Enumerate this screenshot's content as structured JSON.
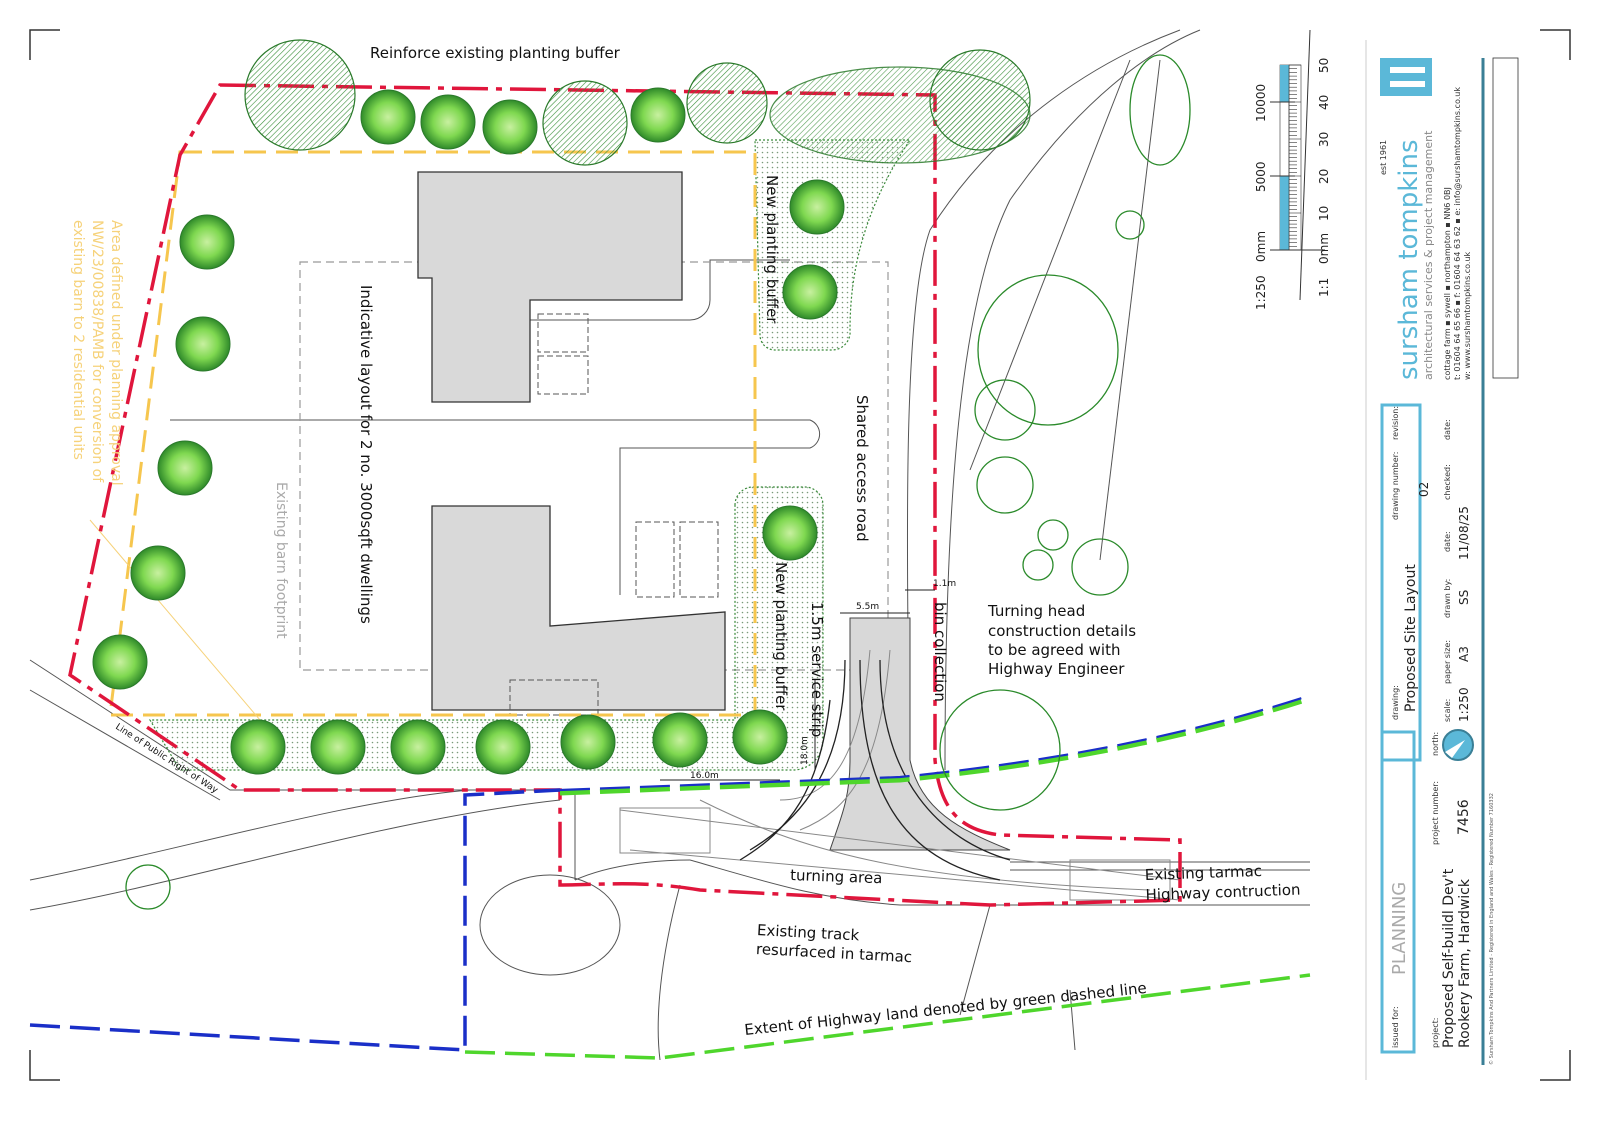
{
  "labels": {
    "reinforce_buffer": "Reinforce existing planting buffer",
    "new_planting_buffer_top": "New planting buffer",
    "new_planting_buffer_bottom": "New planting buffer",
    "indicative_layout": "Indicative layout for 2 no. 3000sqft dwellings",
    "existing_barn": "Existing barn footprint",
    "shared_access": "Shared access road",
    "service_strip": "1.5m service strip",
    "bin_collection": "bin collection",
    "turning_head": [
      "Turning head",
      "construction details",
      "to be agreed with",
      "Highway Engineer"
    ],
    "turning_area": "turning area",
    "existing_track": [
      "Existing track",
      "resurfaced in tarmac"
    ],
    "existing_tarmac": [
      "Existing tarmac",
      "Highway contruction"
    ],
    "highway_extent": "Extent of Highway land denoted by green dashed line",
    "public_right_of_way": "Line of Public Right of Way",
    "planning_area": [
      "Area defined under planning approval",
      "NW/23/00838/PAMB for conversion of",
      "existing barn to 2 residential units"
    ]
  },
  "dimensions": {
    "d1": "1.1m",
    "d2": "5.5m",
    "d3": "18.0m",
    "d4": "16.0m"
  },
  "scale_bar": {
    "scale_label": "1:250",
    "top_ticks": [
      "0mm",
      "5000",
      "10000"
    ],
    "ratio_label": "1:1",
    "bottom_ticks": [
      "0mm",
      "10",
      "20",
      "30",
      "40",
      "50"
    ]
  },
  "title_block": {
    "company": "sursham tompkins",
    "est": "est 1961",
    "tagline": "architectural services & project management",
    "address": "cottage farm ▪ sywell ▪ northampton ▪ NN6 0BJ",
    "contact": "t: 01604 64 65 66 ▪ f: 01604 64 63 62 ▪ e: info@surshamtompkins.co.uk",
    "web": "w: www.surshamtompkins.co.uk",
    "drawing_label": "drawing:",
    "drawing": "Proposed Site Layout",
    "drawing_number_label": "drawing number:",
    "drawing_number": "02",
    "revision_label": "revision:",
    "scale_label": "scale:",
    "scale": "1:250",
    "paper_size_label": "paper size:",
    "paper_size": "A3",
    "drawn_by_label": "drawn by:",
    "drawn_by": "SS",
    "date_label": "date:",
    "date": "11/08/25",
    "checked_label": "checked:",
    "date2_label": "date:",
    "issued_for_label": "issued for:",
    "issued_for": "PLANNING",
    "project_label": "project:",
    "project": [
      "Proposed Self-buildl Dev't",
      "Rookery Farm, Hardwick"
    ],
    "project_number_label": "project number:",
    "project_number": "7456",
    "north_label": "north:",
    "copyright": "© Sursham Tompkins And Partners Limited - Registered in England and Wales - Registered Number 7160332"
  },
  "colors": {
    "boundary": "#e0163c",
    "planning": "#f6c64e",
    "highway": "#4fd62c",
    "blue": "#1a2fc8",
    "brand": "#5bb8d8"
  }
}
